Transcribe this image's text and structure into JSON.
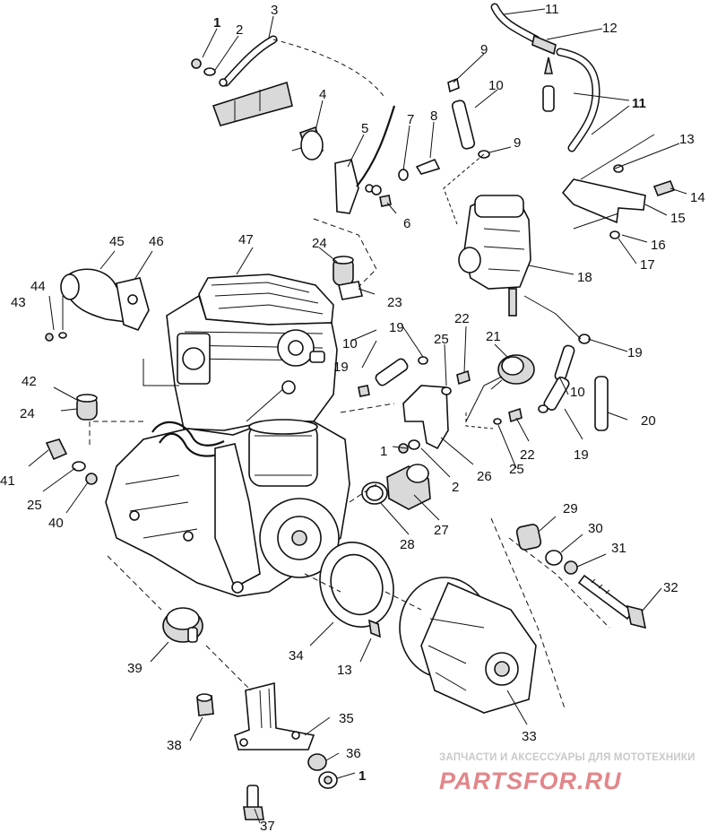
{
  "callouts": [
    {
      "id": "c1a",
      "text": "1"
    },
    {
      "id": "c2a",
      "text": "2"
    },
    {
      "id": "c3",
      "text": "3"
    },
    {
      "id": "c4",
      "text": "4"
    },
    {
      "id": "c5",
      "text": "5"
    },
    {
      "id": "c6",
      "text": "6"
    },
    {
      "id": "c7",
      "text": "7"
    },
    {
      "id": "c8",
      "text": "8"
    },
    {
      "id": "c9a",
      "text": "9"
    },
    {
      "id": "c9b",
      "text": "9"
    },
    {
      "id": "c10a",
      "text": "10"
    },
    {
      "id": "c11a",
      "text": "11"
    },
    {
      "id": "c11b",
      "text": "11"
    },
    {
      "id": "c12",
      "text": "12"
    },
    {
      "id": "c13a",
      "text": "13"
    },
    {
      "id": "c14",
      "text": "14"
    },
    {
      "id": "c15",
      "text": "15"
    },
    {
      "id": "c16",
      "text": "16"
    },
    {
      "id": "c17",
      "text": "17"
    },
    {
      "id": "c18",
      "text": "18"
    },
    {
      "id": "c19a",
      "text": "19"
    },
    {
      "id": "c19b",
      "text": "19"
    },
    {
      "id": "c19c",
      "text": "19"
    },
    {
      "id": "c19d",
      "text": "19"
    },
    {
      "id": "c20",
      "text": "20"
    },
    {
      "id": "c21",
      "text": "21"
    },
    {
      "id": "c22a",
      "text": "22"
    },
    {
      "id": "c22b",
      "text": "22"
    },
    {
      "id": "c23",
      "text": "23"
    },
    {
      "id": "c24a",
      "text": "24"
    },
    {
      "id": "c24b",
      "text": "24"
    },
    {
      "id": "c25a",
      "text": "25"
    },
    {
      "id": "c25b",
      "text": "25"
    },
    {
      "id": "c25c",
      "text": "25"
    },
    {
      "id": "c26",
      "text": "26"
    },
    {
      "id": "c27",
      "text": "27"
    },
    {
      "id": "c28",
      "text": "28"
    },
    {
      "id": "c29",
      "text": "29"
    },
    {
      "id": "c30",
      "text": "30"
    },
    {
      "id": "c31",
      "text": "31"
    },
    {
      "id": "c32",
      "text": "32"
    },
    {
      "id": "c33",
      "text": "33"
    },
    {
      "id": "c34",
      "text": "34"
    },
    {
      "id": "c13b",
      "text": "13"
    },
    {
      "id": "c35",
      "text": "35"
    },
    {
      "id": "c36",
      "text": "36"
    },
    {
      "id": "c1b",
      "text": "1"
    },
    {
      "id": "c1c",
      "text": "1"
    },
    {
      "id": "c2b",
      "text": "2"
    },
    {
      "id": "c37",
      "text": "37"
    },
    {
      "id": "c38",
      "text": "38"
    },
    {
      "id": "c39",
      "text": "39"
    },
    {
      "id": "c40",
      "text": "40"
    },
    {
      "id": "c41",
      "text": "41"
    },
    {
      "id": "c42",
      "text": "42"
    },
    {
      "id": "c43",
      "text": "43"
    },
    {
      "id": "c44",
      "text": "44"
    },
    {
      "id": "c45",
      "text": "45"
    },
    {
      "id": "c46",
      "text": "46"
    },
    {
      "id": "c47",
      "text": "47"
    },
    {
      "id": "c10b",
      "text": "10"
    },
    {
      "id": "c10c",
      "text": "10"
    }
  ],
  "watermark": {
    "subtitle": "ЗАПЧАСТИ И АКСЕССУАРЫ ДЛЯ МОТОТЕХНИКИ",
    "brand": "PARTSFOR.RU",
    "brand_color": "#e2868a",
    "subtitle_color": "#c9c9c9"
  }
}
